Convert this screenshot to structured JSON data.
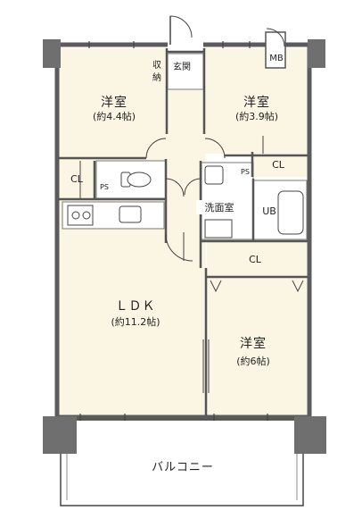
{
  "rooms": {
    "western_room_a": {
      "name": "洋室",
      "size": "(約4.4帖)"
    },
    "western_room_b": {
      "name": "洋室",
      "size": "(約3.9帖)"
    },
    "western_room_c": {
      "name": "洋室",
      "size": "(約6帖)"
    },
    "ldk": {
      "name": "ＬＤＫ",
      "size": "(約11.2帖)"
    },
    "washroom": "洗面室",
    "unit_bath": "UB",
    "entrance": "玄関",
    "storage_top": "収",
    "storage_bottom": "納",
    "meter_box": "MB",
    "closet_left": "CL",
    "closet_right_top": "CL",
    "closet_right_bottom": "CL",
    "pipe_space_left": "PS",
    "pipe_space_right": "PS",
    "balcony": "バルコニー"
  },
  "colors": {
    "floor": "#fbf5e3",
    "wall": "#5b5b5b",
    "pillar": "#6f6f6f",
    "tile": "#ffffff",
    "line": "#444444"
  }
}
